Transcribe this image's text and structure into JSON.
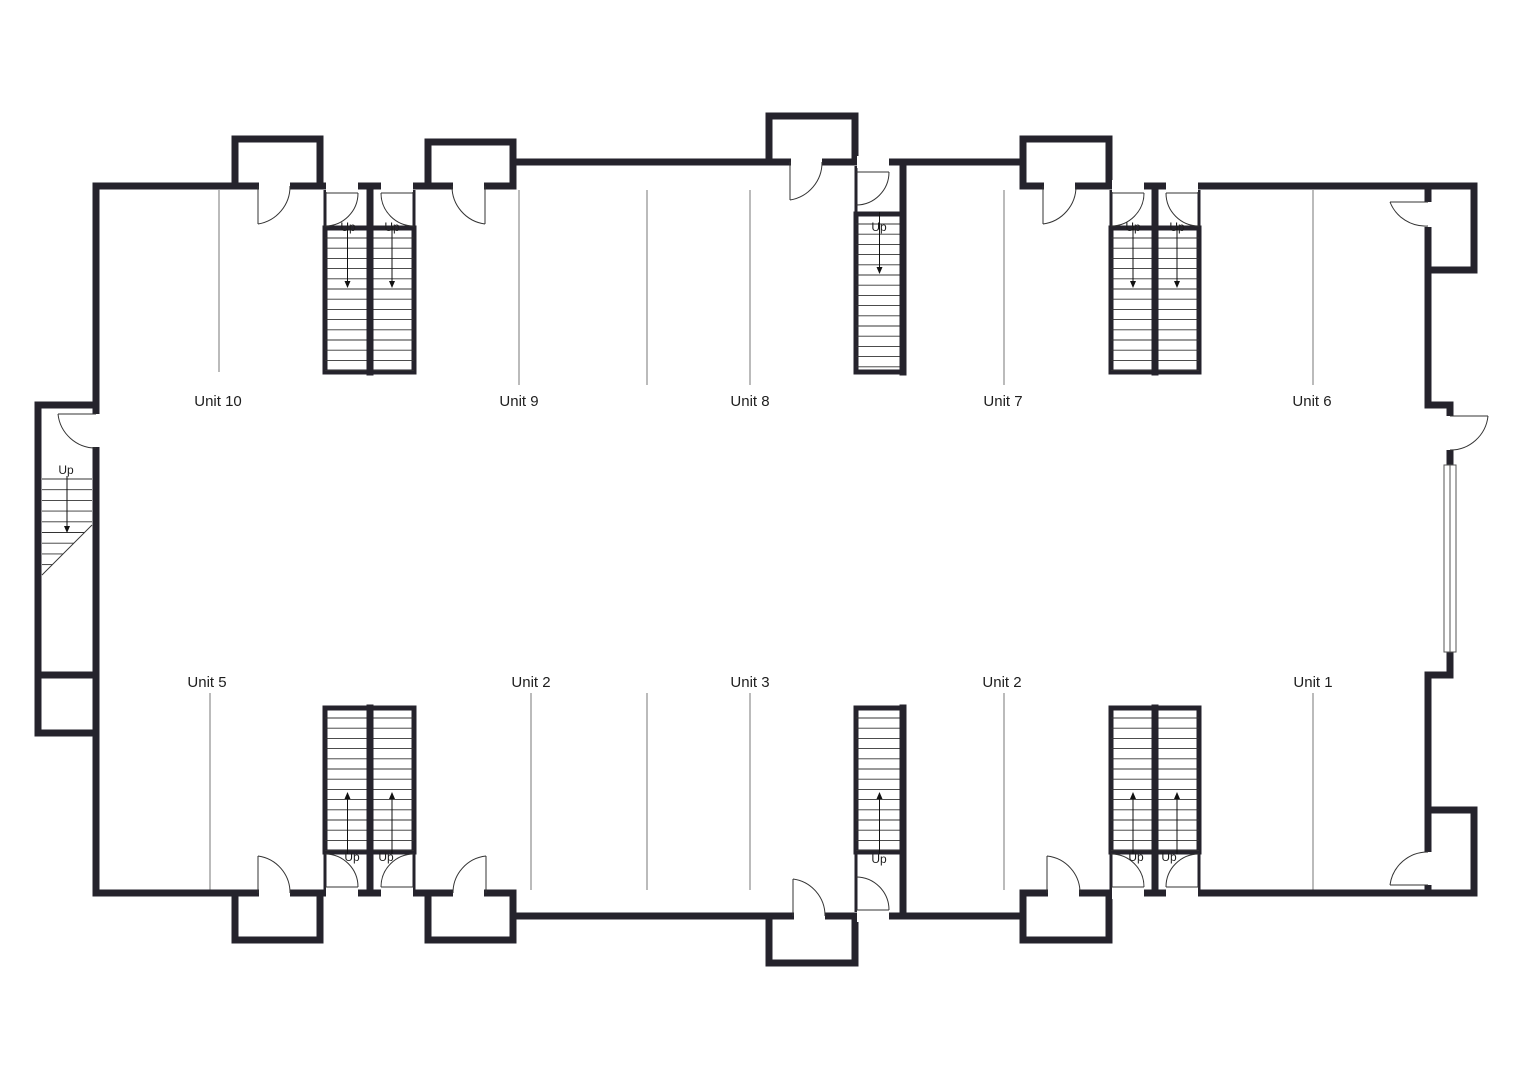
{
  "plan": {
    "wall_color": "#25232c",
    "stair_label": "Up",
    "top_units": [
      "Unit 10",
      "Unit 9",
      "Unit 8",
      "Unit 7",
      "Unit 6"
    ],
    "bottom_units": [
      "Unit 5",
      "Unit 2",
      "Unit 3",
      "Unit 2",
      "Unit 1"
    ]
  }
}
